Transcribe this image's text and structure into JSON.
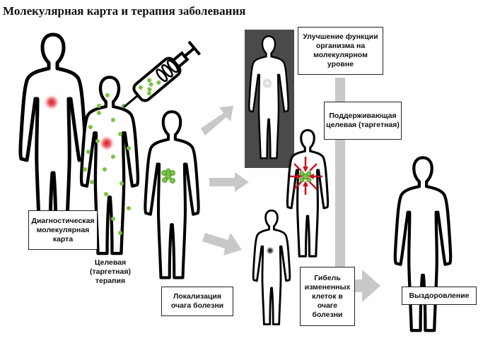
{
  "title": "Молекулярная карта и терапия заболевания",
  "labels": {
    "diagnostic_map": "Диагностическая молекулярная карта",
    "targeted_therapy": "Целевая (таргетная) терапия",
    "localization": "Локализация очага болезни",
    "improvement": "Улучшение функции организма на молекулярном уровне",
    "maintenance": "Поддерживающая целевая (таргетная)",
    "cell_death": "Гибель измененных клеток в очаге болезни",
    "recovery": "Выздоровление"
  },
  "colors": {
    "lesion": "#d8141e",
    "drug_particles": "#7cc242",
    "arrows": "#c8c8c8",
    "dark_panel": "#4a4a4a"
  }
}
